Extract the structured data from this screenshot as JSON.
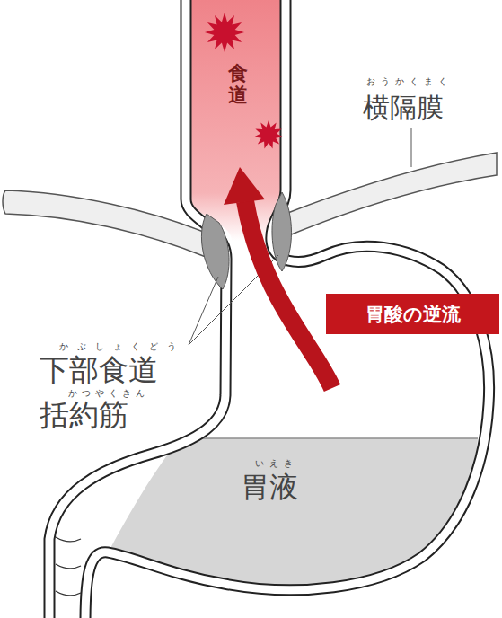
{
  "diagram": {
    "nodes": [
      {
        "text": [
          "食道"
        ]
      },
      {
        "text": [
          "胃酸の逆流"
        ]
      },
      {
        "text": [
          "胃液"
        ]
      }
    ],
    "labels": [
      "おうかくまく",
      "横隔膜",
      "かぶしょくどう",
      "下部食道 括約筋",
      "かつやくきん",
      "いえき"
    ]
  }
}
